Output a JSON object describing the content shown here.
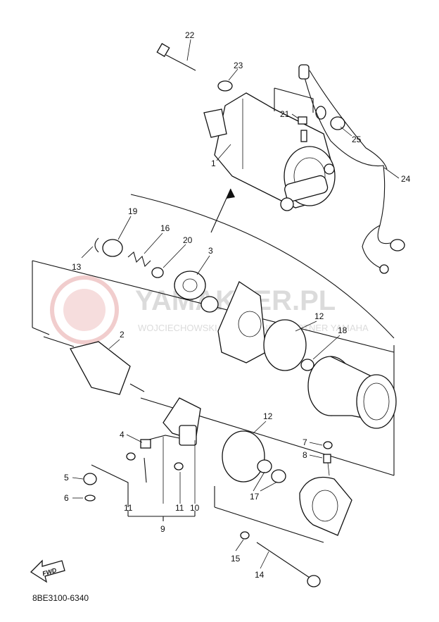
{
  "watermark": {
    "title": "YAMAKLER.PL",
    "subtitle": "WOJCIECHOWSKI & SŁODZINSKI PARTNER YAMAHA"
  },
  "code": "8BE3100-6340",
  "fwd_label": "FWD",
  "callouts": [
    {
      "id": "22",
      "text": "22"
    },
    {
      "id": "23",
      "text": "23"
    },
    {
      "id": "21",
      "text": "21"
    },
    {
      "id": "25",
      "text": "25"
    },
    {
      "id": "24",
      "text": "24"
    },
    {
      "id": "1",
      "text": "1"
    },
    {
      "id": "19",
      "text": "19"
    },
    {
      "id": "16",
      "text": "16"
    },
    {
      "id": "20",
      "text": "20"
    },
    {
      "id": "3",
      "text": "3"
    },
    {
      "id": "13",
      "text": "13"
    },
    {
      "id": "12a",
      "text": "12"
    },
    {
      "id": "18",
      "text": "18"
    },
    {
      "id": "2",
      "text": "2"
    },
    {
      "id": "12b",
      "text": "12"
    },
    {
      "id": "4",
      "text": "4"
    },
    {
      "id": "7",
      "text": "7"
    },
    {
      "id": "8",
      "text": "8"
    },
    {
      "id": "5",
      "text": "5"
    },
    {
      "id": "6",
      "text": "6"
    },
    {
      "id": "17",
      "text": "17"
    },
    {
      "id": "11a",
      "text": "11"
    },
    {
      "id": "11b",
      "text": "11"
    },
    {
      "id": "10",
      "text": "10"
    },
    {
      "id": "9",
      "text": "9"
    },
    {
      "id": "15",
      "text": "15"
    },
    {
      "id": "14",
      "text": "14"
    }
  ]
}
